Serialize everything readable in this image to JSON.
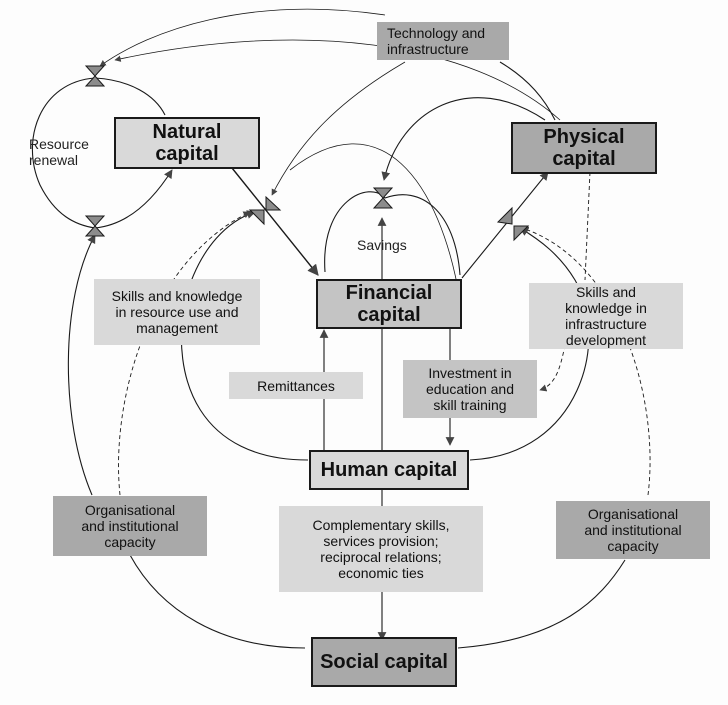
{
  "diagram": {
    "capitals": {
      "natural": {
        "label": "Natural\ncapital"
      },
      "physical": {
        "label": "Physical\ncapital"
      },
      "financial": {
        "label": "Financial\ncapital"
      },
      "human": {
        "label": "Human capital"
      },
      "social": {
        "label": "Social capital"
      }
    },
    "labels": {
      "technology": "Technology and\ninfrastructure",
      "resource_renewal": "Resource\nrenewal",
      "savings": "Savings",
      "skills_resource": "Skills and knowledge\nin resource use and\nmanagement",
      "skills_infrastructure": "Skills and\nknowledge in\ninfrastructure\ndevelopment",
      "remittances": "Remittances",
      "investment_education": "Investment in\neducation and\nskill training",
      "complementary": "Complementary skills,\nservices provision;\nreciprocal relations;\neconomic ties",
      "org_left": "Organisational\nand institutional\ncapacity",
      "org_right": "Organisational\nand institutional\ncapacity"
    },
    "colors": {
      "line": "#1a1a1a",
      "valve_fill": "#8c8c8c",
      "box_light": "#d9d9d9",
      "box_mid": "#c4c4c4",
      "box_dark": "#a9a9a9"
    }
  }
}
